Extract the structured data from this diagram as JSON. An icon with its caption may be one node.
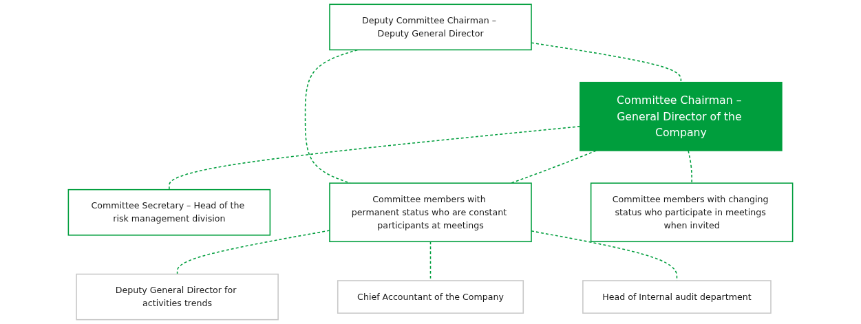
{
  "diagram": {
    "nodes": [
      {
        "text": [
          "Deputy Committee Chairman – Deputy General Director"
        ]
      },
      {
        "text": [
          "Committee Chairman – General Director of the Company"
        ]
      },
      {
        "text": [
          "Committee Secretary – Head of the risk management division"
        ]
      },
      {
        "text": [
          "Committee members with permanent status who are constant participants at meetings"
        ]
      },
      {
        "text": [
          "Committee members with changing status who participate in meetings when invited"
        ]
      },
      {
        "text": [
          "Deputy General Director for activities trends"
        ]
      },
      {
        "text": [
          "Chief Accountant of the Company"
        ]
      },
      {
        "text": [
          "Head of Internal audit department"
        ]
      }
    ],
    "edges": [
      {
        "from": 0,
        "to": 1,
        "arrow": "none",
        "style": "dashed"
      },
      {
        "from": 1,
        "to": 2,
        "arrow": "none",
        "style": "dashed"
      },
      {
        "from": 0,
        "to": 3,
        "arrow": "none",
        "style": "dashed"
      },
      {
        "from": 1,
        "to": 3,
        "arrow": "none",
        "style": "dashed"
      },
      {
        "from": 1,
        "to": 4,
        "arrow": "none",
        "style": "dashed"
      },
      {
        "from": 3,
        "to": 5,
        "arrow": "none",
        "style": "dashed"
      },
      {
        "from": 3,
        "to": 6,
        "arrow": "none",
        "style": "dashed"
      },
      {
        "from": 3,
        "to": 7,
        "arrow": "none",
        "style": "dashed"
      }
    ]
  }
}
